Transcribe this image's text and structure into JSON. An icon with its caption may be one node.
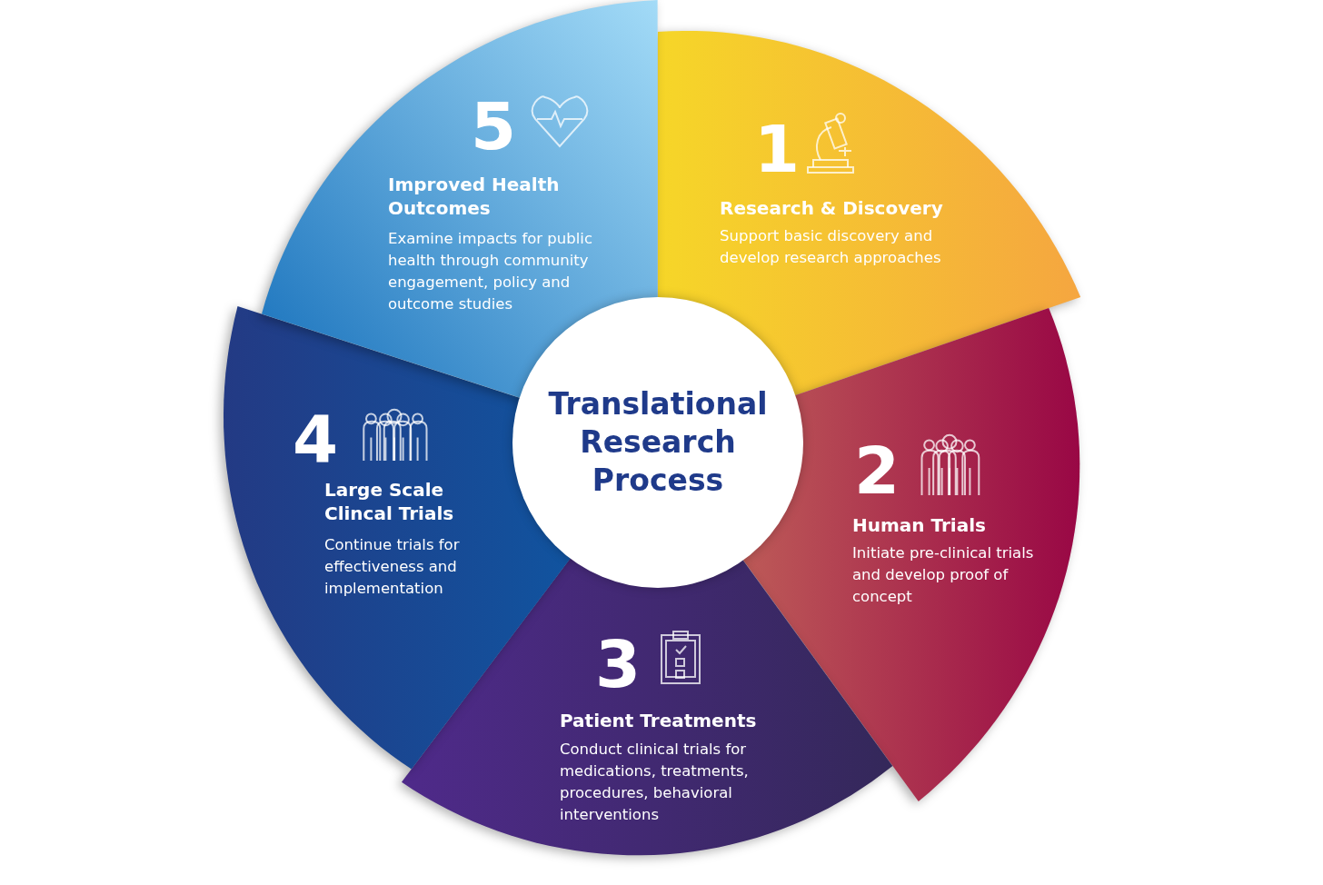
{
  "diagram": {
    "nodes": [
      {
        "text": [
          "Translational Research Process"
        ]
      },
      {
        "text": [
          "1",
          "Research & Discovery",
          "Support basic discovery and develop research approaches"
        ]
      },
      {
        "text": [
          "2",
          "Human Trials",
          "Initiate pre-clinical trials and develop proof of concept"
        ]
      },
      {
        "text": [
          "3",
          "Patient Treatments",
          "Conduct clinical trials for medications, treatments, procedures, behavioral interventions"
        ]
      },
      {
        "text": [
          "4",
          "Large Scale Clincal Trials",
          "Continue trials for effectiveness and implementation"
        ]
      },
      {
        "text": [
          "5",
          "Improved Health Outcomes",
          "Examine impacts for public health through community engagement, policy and outcome studies"
        ]
      }
    ]
  }
}
